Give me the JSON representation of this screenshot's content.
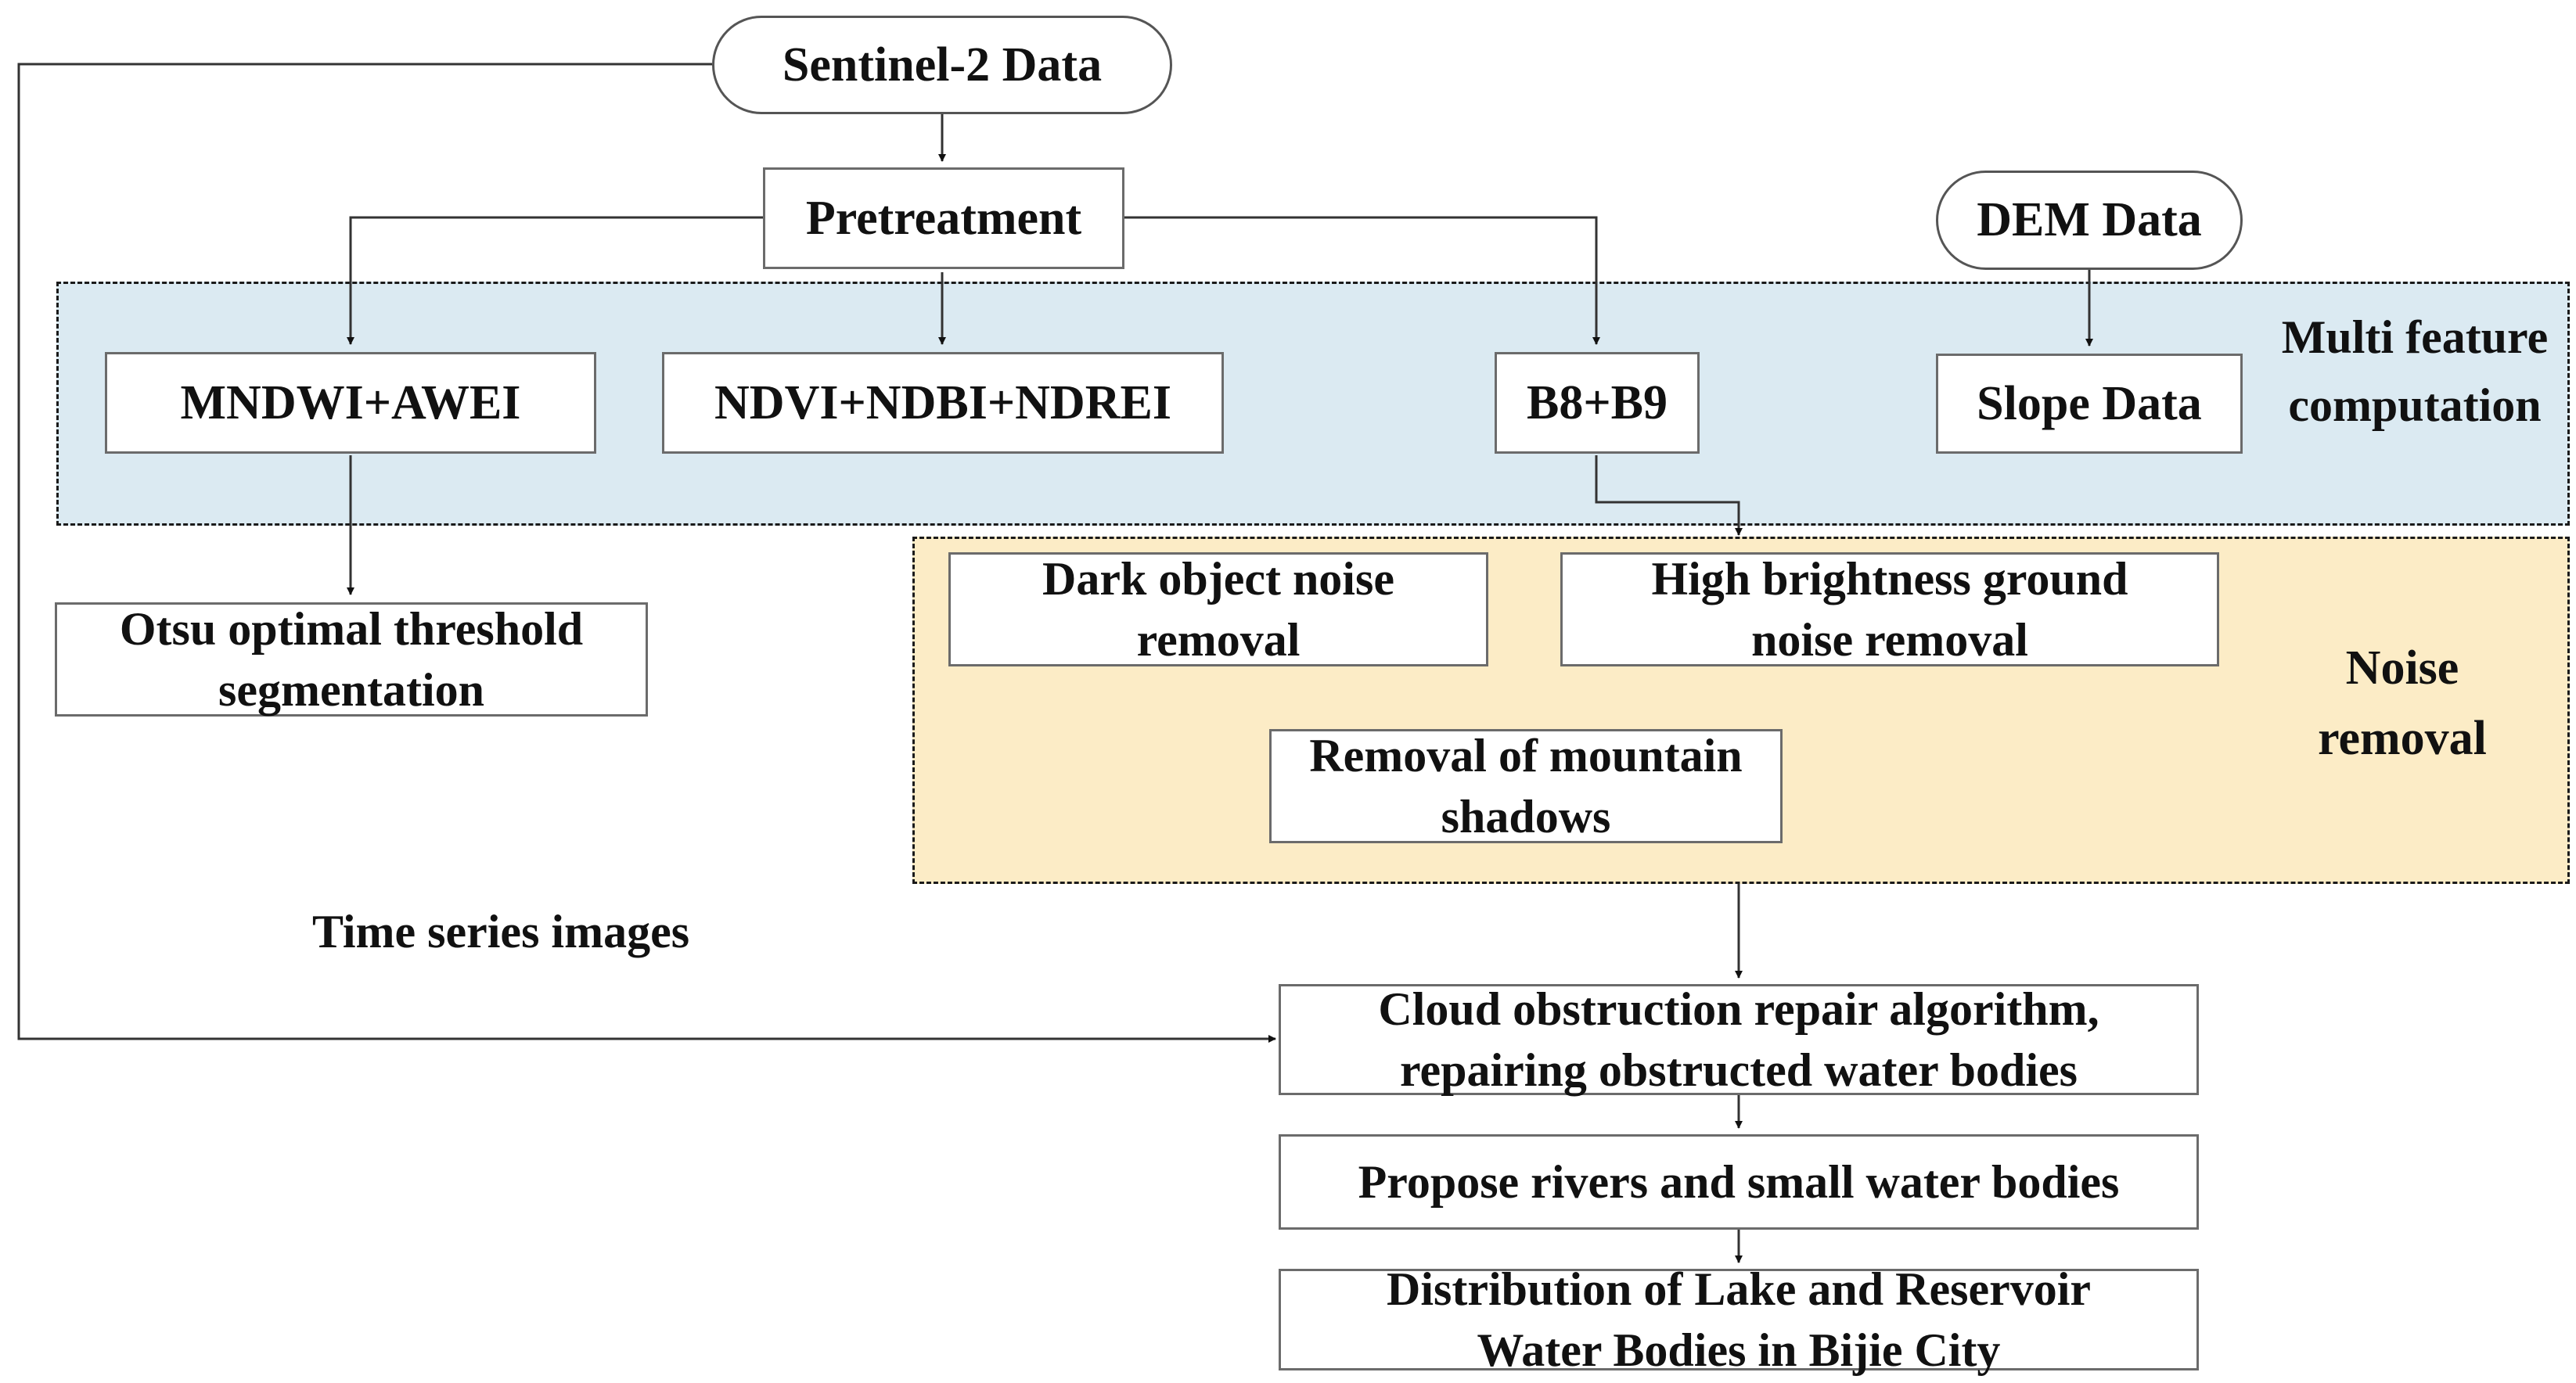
{
  "nodes": {
    "sentinel": "Sentinel-2 Data",
    "pretreatment": "Pretreatment",
    "dem": "DEM Data",
    "mndwi": "MNDWI+AWEI",
    "ndvi": "NDVI+NDBI+NDREI",
    "b8b9": "B8+B9",
    "slope": "Slope Data",
    "otsu": "Otsu optimal threshold segmentation",
    "dark": "Dark object noise removal",
    "high": "High brightness ground noise removal",
    "shadow": "Removal of mountain shadows",
    "cloud": "Cloud obstruction repair algorithm, repairing obstructed water bodies",
    "rivers": "Propose rivers and small water bodies",
    "lakes": "Distribution of Lake and Reservoir Water Bodies in Bijie City"
  },
  "groups": {
    "feature": "Multi feature computation",
    "noise": "Noise removal"
  },
  "annotations": {
    "time_series": "Time series images"
  },
  "edges": [
    {
      "from": "Sentinel-2 Data",
      "to": "Pretreatment"
    },
    {
      "from": "Pretreatment",
      "to": "MNDWI+AWEI"
    },
    {
      "from": "Pretreatment",
      "to": "NDVI+NDBI+NDREI"
    },
    {
      "from": "Pretreatment",
      "to": "B8+B9"
    },
    {
      "from": "DEM Data",
      "to": "Slope Data"
    },
    {
      "from": "MNDWI+AWEI",
      "to": "Otsu optimal threshold segmentation"
    },
    {
      "from": "B8+B9",
      "to": "Noise removal"
    },
    {
      "from": "Noise removal",
      "to": "Cloud obstruction repair algorithm, repairing obstructed water bodies"
    },
    {
      "from": "Sentinel-2 Data",
      "to": "Cloud obstruction repair algorithm, repairing obstructed water bodies",
      "label": "Time series images"
    },
    {
      "from": "Cloud obstruction repair algorithm, repairing obstructed water bodies",
      "to": "Propose rivers and small water bodies"
    },
    {
      "from": "Propose rivers and small water bodies",
      "to": "Distribution of Lake and Reservoir Water Bodies in Bijie City"
    }
  ]
}
